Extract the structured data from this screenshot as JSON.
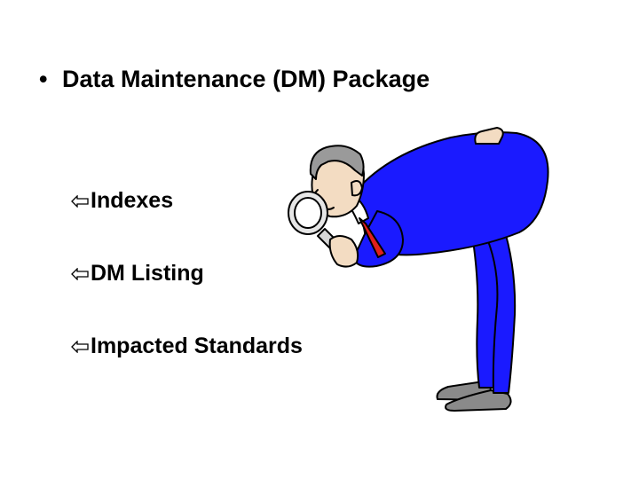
{
  "slide": {
    "bullet_symbol": "•",
    "heading": "Data Maintenance (DM) Package",
    "sub_items": [
      {
        "label": "Indexes",
        "icon": "hollow-left-right-arrow-icon"
      },
      {
        "label": "DM Listing",
        "icon": "hollow-left-right-arrow-icon"
      },
      {
        "label": "Impacted Standards",
        "icon": "hollow-left-right-arrow-icon"
      }
    ],
    "illustration": "man-with-magnifying-glass",
    "colors": {
      "suit": "#1a1aff",
      "tie": "#e0201c",
      "skin": "#f3dcc2",
      "hair": "#9a9a9a",
      "shoes": "#8a8a8a"
    }
  }
}
